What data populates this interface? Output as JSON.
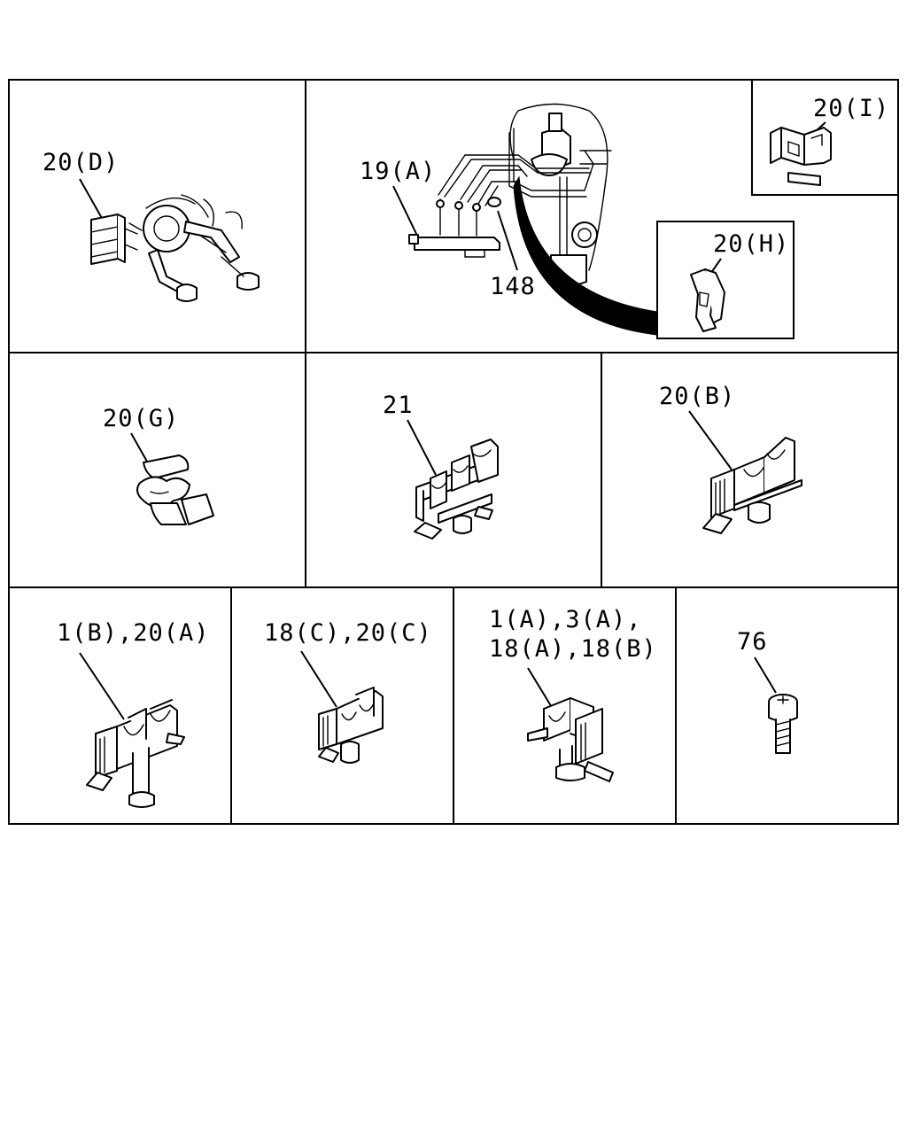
{
  "labels": {
    "p20d": "20(D)",
    "p19a": "19(A)",
    "p148": "148",
    "p20i": "20(I)",
    "p20h": "20(H)",
    "p20g": "20(G)",
    "p21": "21",
    "p20b": "20(B)",
    "p1b20a": "1(B),20(A)",
    "p18c20c": "18(C),20(C)",
    "p1a3a_line1": "1(A),3(A),",
    "p1a3a_line2": "18(A),18(B)",
    "p76": "76"
  }
}
